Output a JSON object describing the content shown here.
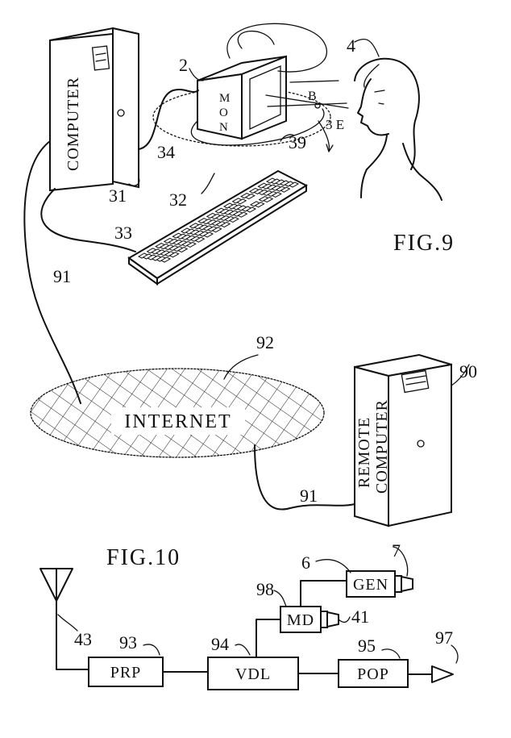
{
  "fig9": {
    "title": "FIG.9",
    "computer_label": "COMPUTER",
    "monitor_label_chars": [
      "M",
      "O",
      "N"
    ],
    "remote_label_line1": "REMOTE",
    "remote_label_line2": "COMPUTER",
    "internet_label": "INTERNET",
    "ref_numerals": {
      "monitor": "2",
      "viewer": "4",
      "beam_b": "B",
      "beam_3e": "3 E",
      "field": "39",
      "cable_34": "34",
      "computer_31": "31",
      "keyboard_32": "32",
      "cable_33": "33",
      "network_line_left": "91",
      "internet_92": "92",
      "remote_90": "90",
      "network_line_right": "91"
    }
  },
  "fig10": {
    "title": "FIG.10",
    "blocks": {
      "prp": "PRP",
      "vdl": "VDL",
      "pop": "POP",
      "md": "MD",
      "gen": "GEN"
    },
    "ref_numerals": {
      "antenna": "43",
      "prp": "93",
      "vdl": "94",
      "pop": "95",
      "output": "97",
      "md": "98",
      "gen_line": "6",
      "gen_transducer": "7",
      "md_transducer": "41"
    }
  }
}
